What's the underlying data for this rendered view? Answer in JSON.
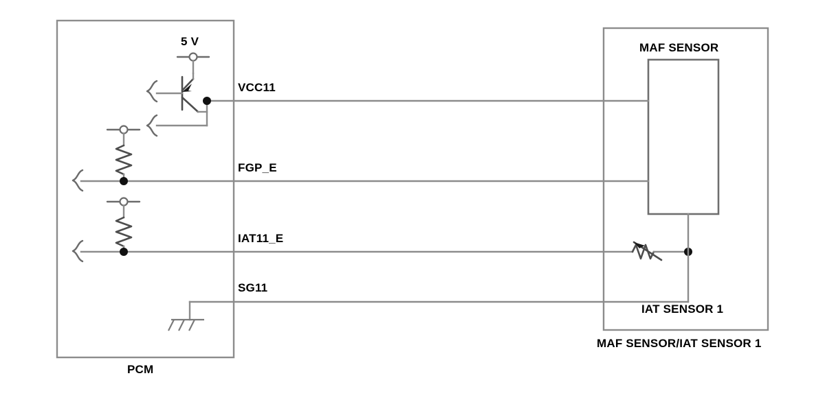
{
  "diagram": {
    "title": "MAF SENSOR/IAT SENSOR 1",
    "type": "automotive-wiring-schematic",
    "colors": {
      "wire": "#8c8c8c",
      "enclosure": "#8c8c8c",
      "symbol": "#6b6b6b",
      "junction": "#111111",
      "text": "#000000",
      "background": "#ffffff"
    }
  },
  "modules": {
    "pcm": {
      "label": "PCM",
      "name": "powertrain-control-module"
    },
    "sensor_assembly": {
      "caption": "MAF SENSOR/IAT SENSOR 1",
      "maf_label": "MAF SENSOR",
      "iat_label": "IAT SENSOR 1"
    }
  },
  "supply": {
    "label": "5 V",
    "name": "five-volt-reference"
  },
  "signals": [
    {
      "label": "VCC11",
      "name": "vcc11-reference-voltage-line"
    },
    {
      "label": "FGP_E",
      "name": "fgp-e-maf-signal-line"
    },
    {
      "label": "IAT11_E",
      "name": "iat11-e-signal-line"
    },
    {
      "label": "SG11",
      "name": "sg11-signal-ground-line"
    }
  ],
  "components": {
    "transistor": {
      "name": "npn-transistor-vcc-driver"
    },
    "resistor_fgp": {
      "name": "pull-up-resistor-fgp-e"
    },
    "resistor_iat": {
      "name": "pull-up-resistor-iat11-e"
    },
    "thermistor": {
      "name": "iat-thermistor"
    },
    "ground": {
      "name": "chassis-ground-symbol"
    }
  }
}
